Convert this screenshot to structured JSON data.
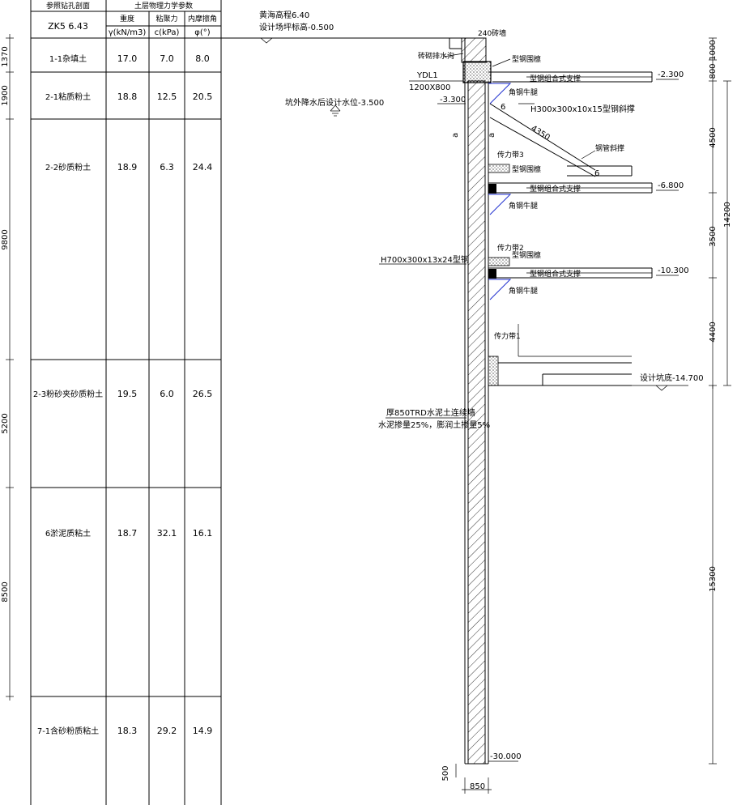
{
  "table": {
    "header_left": "参照钻孔剖面",
    "header_right": "土层物理力学参数",
    "borehole": "ZK5 6.43",
    "col_gamma": "重度",
    "col_c": "粘聚力",
    "col_phi": "内摩擦角",
    "unit_gamma": "γ(kN/m3)",
    "unit_c": "c(kPa)",
    "unit_phi": "φ(°)",
    "rows": [
      {
        "name": "1-1杂填土",
        "gamma": "17.0",
        "c": "7.0",
        "phi": "8.0",
        "thickness": "1370"
      },
      {
        "name": "2-1粘质粉土",
        "gamma": "18.8",
        "c": "12.5",
        "phi": "20.5",
        "thickness": "1900"
      },
      {
        "name": "2-2砂质粉土",
        "gamma": "18.9",
        "c": "6.3",
        "phi": "24.4",
        "thickness": "9800"
      },
      {
        "name": "2-3粉砂夹砂质粉土",
        "gamma": "19.5",
        "c": "6.0",
        "phi": "26.5",
        "thickness": "5200"
      },
      {
        "name": "6淤泥质粘土",
        "gamma": "18.7",
        "c": "32.1",
        "phi": "16.1",
        "thickness": "8500"
      },
      {
        "name": "7-1含砂粉质粘土",
        "gamma": "18.3",
        "c": "29.2",
        "phi": "14.9",
        "thickness": ""
      }
    ]
  },
  "notes": {
    "ground_elev": "黄海高程6.40",
    "top_design": "设计场坪标高-0.500",
    "water_level": "坑外降水后设计水位-3.500",
    "wall_thick_top": "240砖墙",
    "drain_ditch": "砖砌排水沟",
    "ring_beam": "YDL1",
    "ring_beam_size": "1200X800",
    "elev_3300": "-3.300",
    "corbel": "型钢围檩",
    "strut_combo": "型钢组合式支撑",
    "elev_2300": "-2.300",
    "h_section_strut": "H300x300x10x15型钢斜撑",
    "dim_4350": "4350",
    "anchor_a": "a",
    "angle_6": "6",
    "brace_tube": "钢管斜撑",
    "angle_bracket_1": "角钢牛腿",
    "force_tube3": "传力带3",
    "corbel2": "型钢围檩",
    "strut_combo2": "型钢组合式支撑",
    "elev_6800": "-6.800",
    "angle_bracket_2": "角钢牛腿",
    "h700": "H700x300x13x24型钢",
    "force_tube2": "传力带2",
    "corbel3": "型钢围檩",
    "strut_combo3": "型钢组合式支撑",
    "elev_10300": "-10.300",
    "angle_bracket_3": "角钢牛腿",
    "force_tube1": "传力带1",
    "bottom_design": "设计坑底-14.700",
    "trd_wall": "厚850TRD水泥土连续墙",
    "cement_ratio": "水泥掺量25%，膨润土掺量5%",
    "elev_30000": "-30.000",
    "dim_500": "500",
    "dim_850": "850"
  },
  "right_dims": {
    "d1000": "1000",
    "d800": "800",
    "d4500": "4500",
    "d3500": "3500",
    "d4400": "4400",
    "d14200": "14200",
    "d15300": "15300"
  }
}
